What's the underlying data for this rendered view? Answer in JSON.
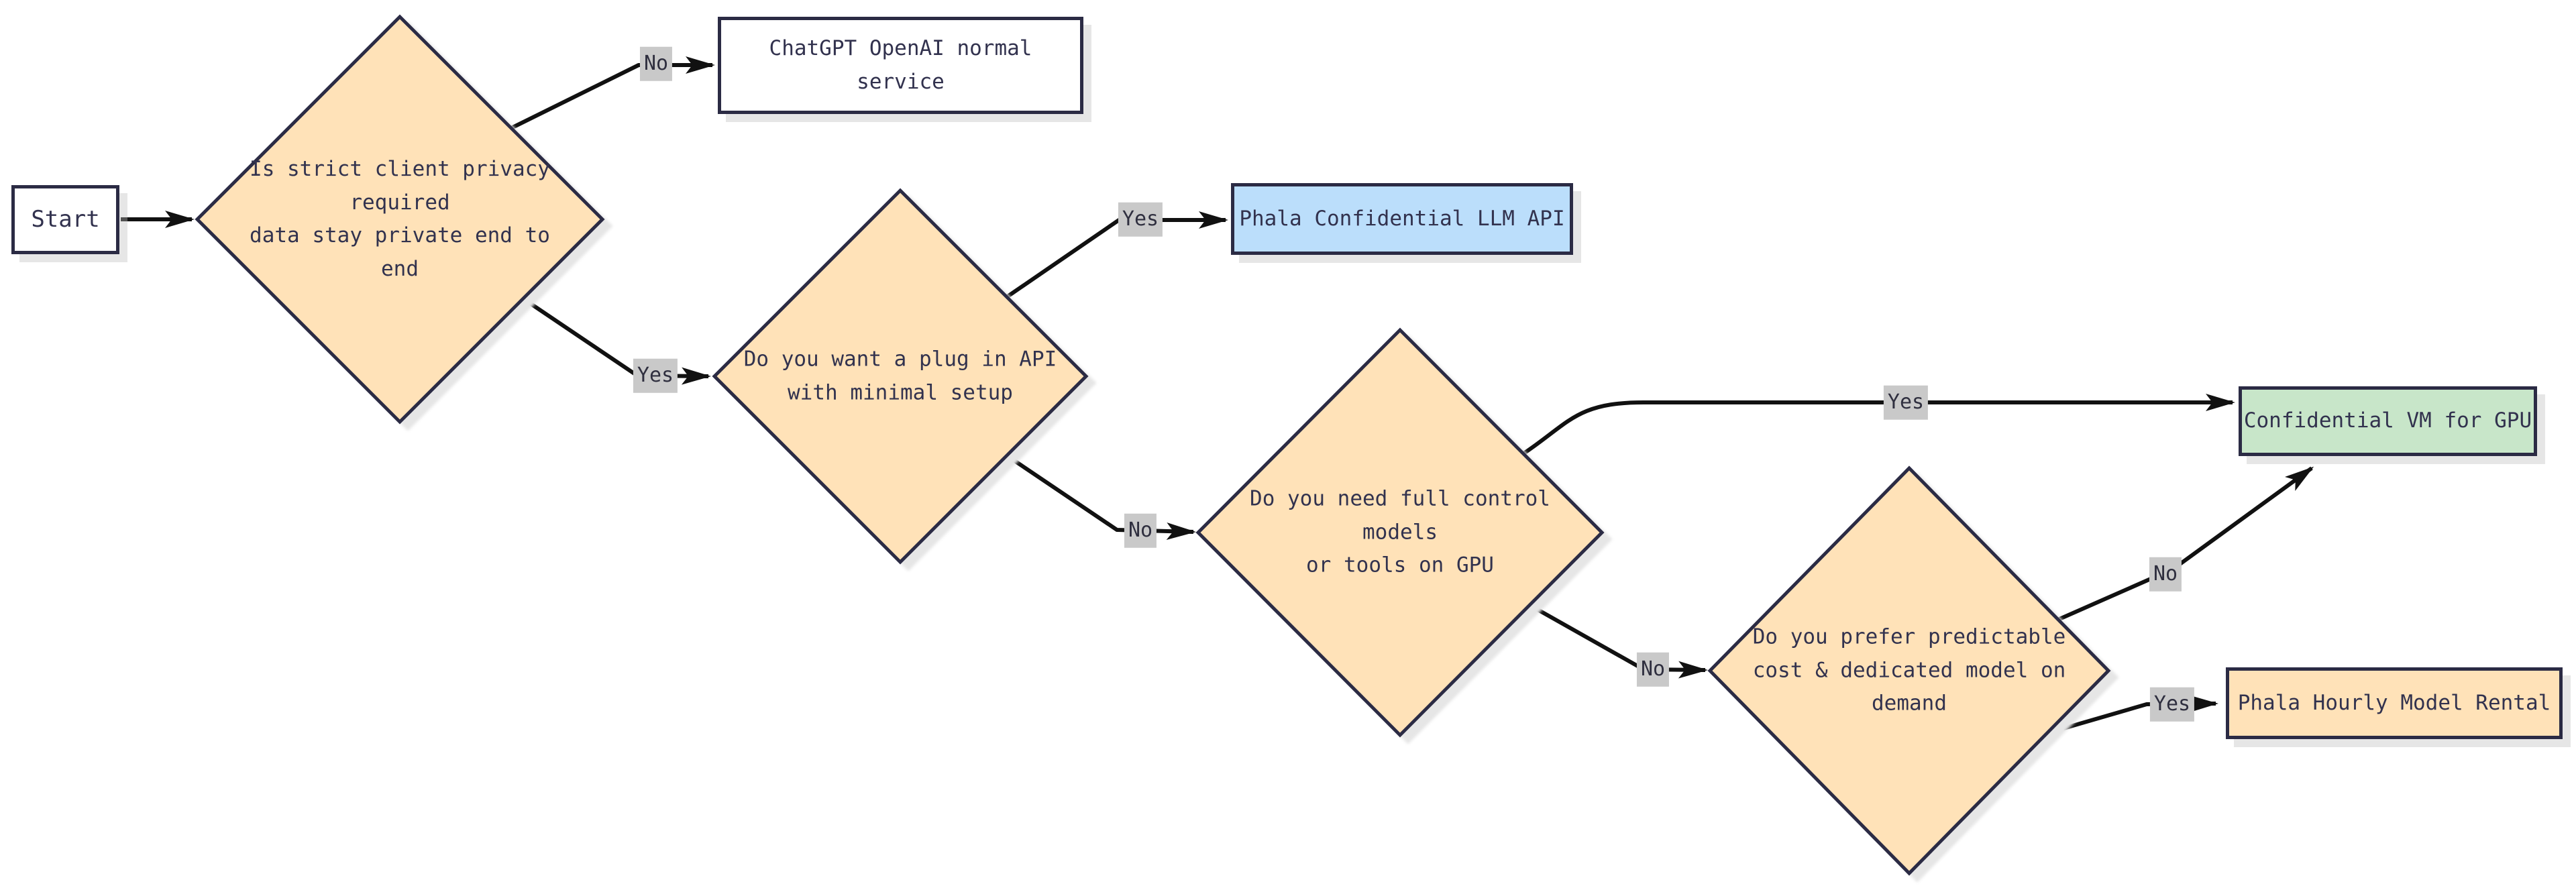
{
  "diagram_type": "flowchart",
  "colors": {
    "background": "#FFFFFF",
    "decision_fill": "#FFE2B8",
    "result_blue_fill": "#BBDEFB",
    "result_green_fill": "#C8E6C9",
    "result_orange_fill": "#FFE2B8",
    "plain_fill": "#FFFFFF",
    "node_border": "#2B2B44",
    "node_text": "#32324E",
    "edge_stroke": "#111111",
    "edge_label_bg": "#C9C9C9",
    "edge_label_text": "#2F2F3F"
  },
  "nodes": {
    "start": {
      "label": "Start",
      "shape": "rect"
    },
    "privacy": {
      "label": "Is strict client privacy\nrequired\ndata stay private end to\nend",
      "shape": "diamond"
    },
    "chatgpt": {
      "label": "ChatGPT OpenAI normal\nservice",
      "shape": "rect"
    },
    "plug_api": {
      "label": "Do you want a plug in API\nwith minimal setup",
      "shape": "diamond"
    },
    "llm_api": {
      "label": "Phala Confidential LLM API",
      "shape": "rect"
    },
    "full_control": {
      "label": "Do you need full control\nmodels\nor tools on GPU",
      "shape": "diamond"
    },
    "vm_gpu": {
      "label": "Confidential VM for GPU",
      "shape": "rect"
    },
    "predictable": {
      "label": "Do you prefer predictable\ncost & dedicated model on\ndemand",
      "shape": "diamond"
    },
    "rental": {
      "label": "Phala Hourly Model Rental",
      "shape": "rect"
    }
  },
  "edges": [
    {
      "from": "start",
      "to": "privacy",
      "label": ""
    },
    {
      "from": "privacy",
      "to": "chatgpt",
      "label": "No"
    },
    {
      "from": "privacy",
      "to": "plug_api",
      "label": "Yes"
    },
    {
      "from": "plug_api",
      "to": "llm_api",
      "label": "Yes"
    },
    {
      "from": "plug_api",
      "to": "full_control",
      "label": "No"
    },
    {
      "from": "full_control",
      "to": "vm_gpu",
      "label": "Yes"
    },
    {
      "from": "full_control",
      "to": "predictable",
      "label": "No"
    },
    {
      "from": "predictable",
      "to": "vm_gpu",
      "label": "No"
    },
    {
      "from": "predictable",
      "to": "rental",
      "label": "Yes"
    }
  ]
}
